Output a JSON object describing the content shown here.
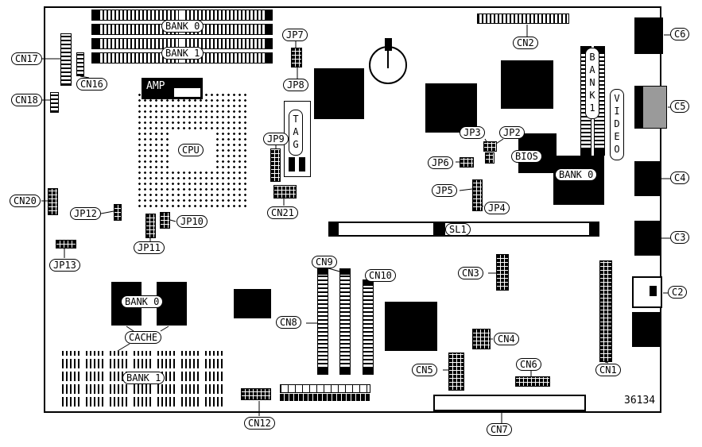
{
  "board": {
    "part_number": "36134",
    "memory_top": {
      "bank0": "BANK 0",
      "bank1": "BANK 1"
    },
    "memory_right": {
      "bank1": "BANK1",
      "bank0": "BANK 0"
    },
    "cache": {
      "bank0": "BANK 0",
      "bank1": "BANK 1",
      "label": "CACHE"
    },
    "chips": {
      "cpu": "CPU",
      "tag": "TAG",
      "amp": "AMP",
      "bios": "BIOS",
      "video": "VIDEO"
    },
    "slot": "SL1",
    "connectors": {
      "cn1": "CN1",
      "cn2": "CN2",
      "cn3": "CN3",
      "cn4": "CN4",
      "cn5": "CN5",
      "cn6": "CN6",
      "cn7": "CN7",
      "cn8": "CN8",
      "cn9": "CN9",
      "cn10": "CN10",
      "cn12": "CN12",
      "cn16": "CN16",
      "cn17": "CN17",
      "cn18": "CN18",
      "cn20": "CN20",
      "cn21": "CN21"
    },
    "jumpers": {
      "jp2": "JP2",
      "jp3": "JP3",
      "jp4": "JP4",
      "jp5": "JP5",
      "jp6": "JP6",
      "jp7": "JP7",
      "jp8": "JP8",
      "jp9": "JP9",
      "jp10": "JP10",
      "jp11": "JP11",
      "jp12": "JP12",
      "jp13": "JP13"
    },
    "ports": {
      "c2": "C2",
      "c3": "C3",
      "c4": "C4",
      "c5": "C5",
      "c6": "C6"
    }
  }
}
